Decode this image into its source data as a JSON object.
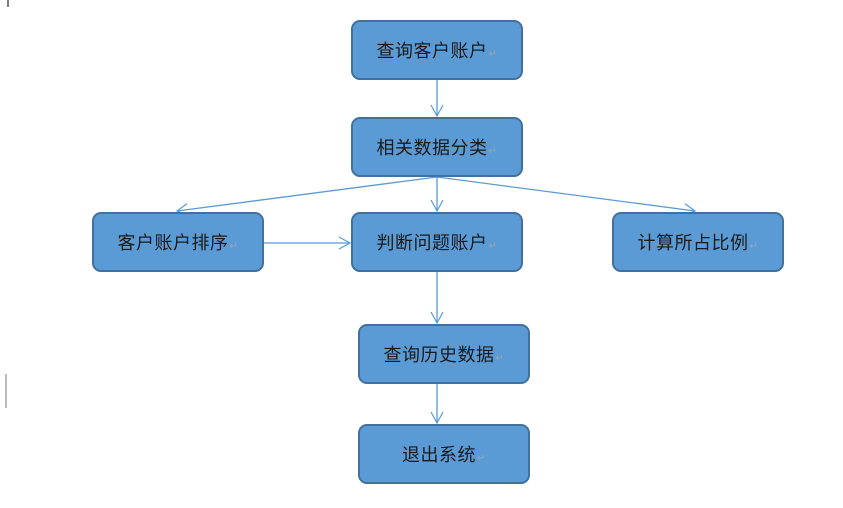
{
  "nodes": {
    "query_account": "查询客户账户",
    "classify": "相关数据分类",
    "sort": "客户账户排序",
    "judge": "判断问题账户",
    "ratio": "计算所占比例",
    "history": "查询历史数据",
    "exit": "退出系统"
  },
  "paragraph_mark": "↵",
  "colors": {
    "node_fill": "#5b9bd5",
    "node_border": "#41719c",
    "connector": "#5b9bd5"
  }
}
